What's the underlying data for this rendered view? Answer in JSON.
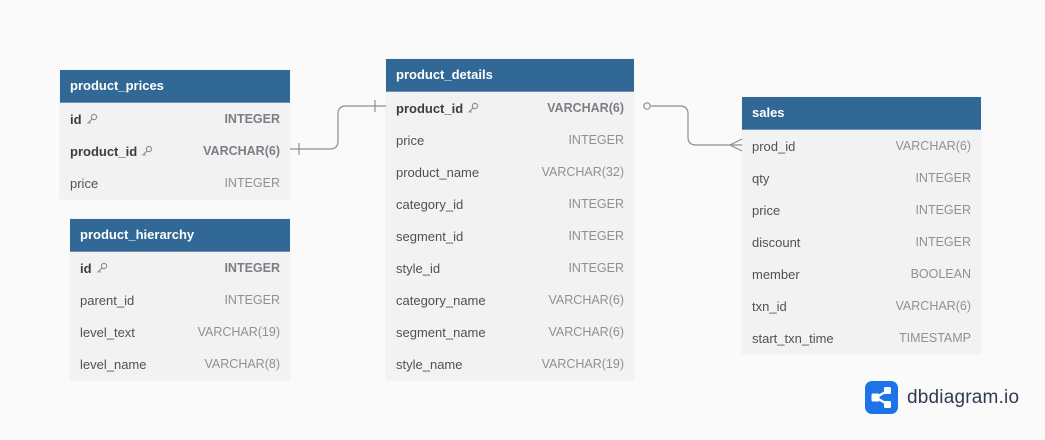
{
  "colors": {
    "header": "#316896",
    "connector": "#8a8f96",
    "brand": "#1e73e8"
  },
  "tables": {
    "product_prices": {
      "name": "product_prices",
      "columns": [
        {
          "name": "id",
          "type": "INTEGER",
          "pk": true
        },
        {
          "name": "product_id",
          "type": "VARCHAR(6)",
          "pk": true
        },
        {
          "name": "price",
          "type": "INTEGER",
          "pk": false
        }
      ]
    },
    "product_hierarchy": {
      "name": "product_hierarchy",
      "columns": [
        {
          "name": "id",
          "type": "INTEGER",
          "pk": true
        },
        {
          "name": "parent_id",
          "type": "INTEGER",
          "pk": false
        },
        {
          "name": "level_text",
          "type": "VARCHAR(19)",
          "pk": false
        },
        {
          "name": "level_name",
          "type": "VARCHAR(8)",
          "pk": false
        }
      ]
    },
    "product_details": {
      "name": "product_details",
      "columns": [
        {
          "name": "product_id",
          "type": "VARCHAR(6)",
          "pk": true
        },
        {
          "name": "price",
          "type": "INTEGER",
          "pk": false
        },
        {
          "name": "product_name",
          "type": "VARCHAR(32)",
          "pk": false
        },
        {
          "name": "category_id",
          "type": "INTEGER",
          "pk": false
        },
        {
          "name": "segment_id",
          "type": "INTEGER",
          "pk": false
        },
        {
          "name": "style_id",
          "type": "INTEGER",
          "pk": false
        },
        {
          "name": "category_name",
          "type": "VARCHAR(6)",
          "pk": false
        },
        {
          "name": "segment_name",
          "type": "VARCHAR(6)",
          "pk": false
        },
        {
          "name": "style_name",
          "type": "VARCHAR(19)",
          "pk": false
        }
      ]
    },
    "sales": {
      "name": "sales",
      "columns": [
        {
          "name": "prod_id",
          "type": "VARCHAR(6)",
          "pk": false
        },
        {
          "name": "qty",
          "type": "INTEGER",
          "pk": false
        },
        {
          "name": "price",
          "type": "INTEGER",
          "pk": false
        },
        {
          "name": "discount",
          "type": "INTEGER",
          "pk": false
        },
        {
          "name": "member",
          "type": "BOOLEAN",
          "pk": false
        },
        {
          "name": "txn_id",
          "type": "VARCHAR(6)",
          "pk": false
        },
        {
          "name": "start_txn_time",
          "type": "TIMESTAMP",
          "pk": false
        }
      ]
    }
  },
  "relationships": [
    {
      "from": "product_prices.product_id",
      "to": "product_details.product_id",
      "cardinality": "one-to-one"
    },
    {
      "from": "product_details.product_id",
      "to": "sales.prod_id",
      "cardinality": "zero-or-one-to-many"
    }
  ],
  "brand": {
    "text": "dbdiagram.io",
    "icon": "share-nodes-icon"
  }
}
